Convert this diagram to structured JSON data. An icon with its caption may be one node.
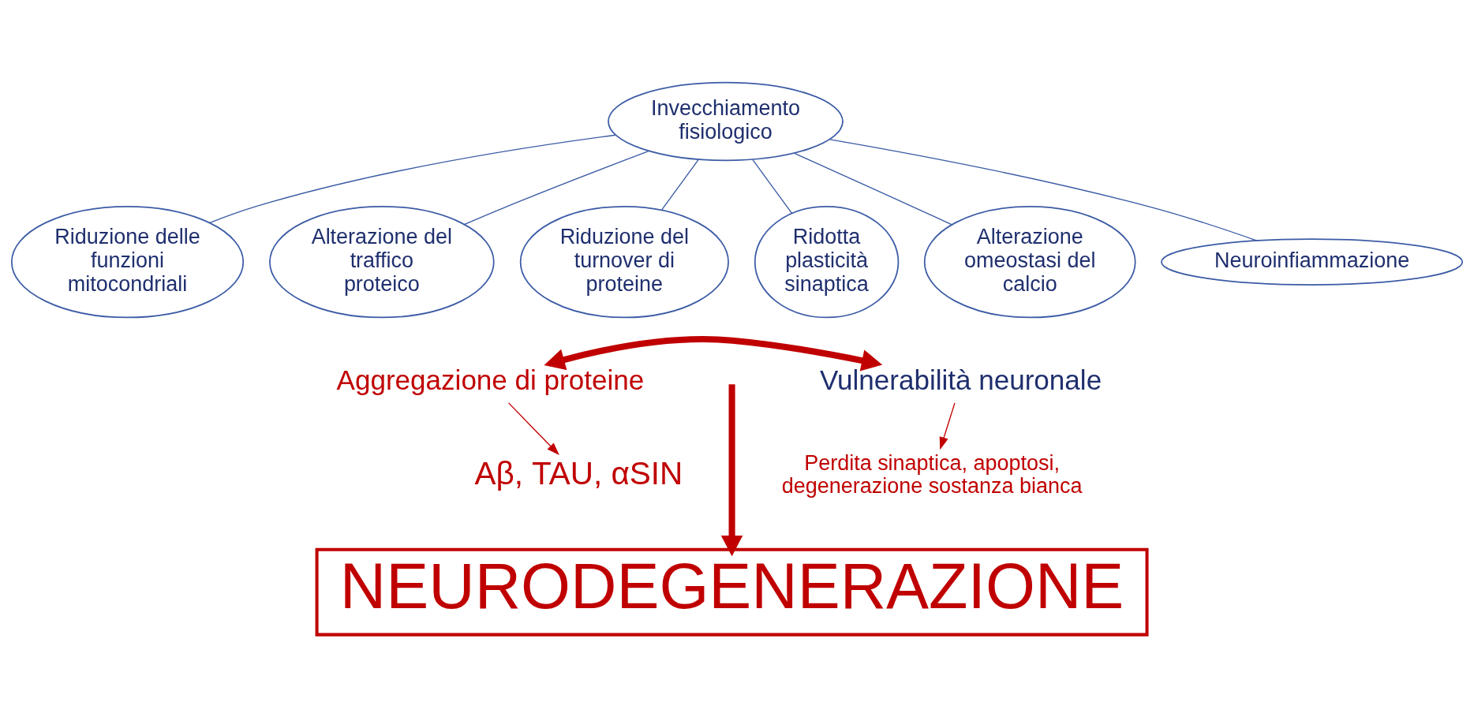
{
  "diagram": {
    "nodes": [
      {
        "text": [
          "Invecchiamento fisiologico"
        ]
      },
      {
        "text": [
          "Riduzione delle funzioni mitocondriali"
        ]
      },
      {
        "text": [
          "Alterazione del traffico proteico"
        ]
      },
      {
        "text": [
          "Riduzione del turnover di proteine"
        ]
      },
      {
        "text": [
          "Ridotta plasticità sinaptica"
        ]
      },
      {
        "text": [
          "Alterazione omeostasi del calcio"
        ]
      },
      {
        "text": [
          "Neuroinfiammazione"
        ]
      },
      {
        "text": [
          "Aggregazione di proteine"
        ]
      },
      {
        "text": [
          "Aβ, TAU, αSIN"
        ]
      },
      {
        "text": [
          "Vulnerabilità neuronale"
        ]
      },
      {
        "text": [
          "Perdita sinaptica, apoptosi, degenerazione sostanza bianca"
        ]
      },
      {
        "text": [
          "NEURODEGENERAZIONE"
        ]
      }
    ],
    "edges": [
      {
        "from": 0,
        "to": 1,
        "arrow": "none"
      },
      {
        "from": 0,
        "to": 2,
        "arrow": "none"
      },
      {
        "from": 0,
        "to": 3,
        "arrow": "none"
      },
      {
        "from": 0,
        "to": 4,
        "arrow": "none"
      },
      {
        "from": 0,
        "to": 5,
        "arrow": "none"
      },
      {
        "from": 0,
        "to": 6,
        "arrow": "none"
      },
      {
        "from": 7,
        "to": 8,
        "arrow": "to",
        "color": "#c00000"
      },
      {
        "from": 9,
        "to": 10,
        "arrow": "to",
        "color": "#c00000"
      },
      {
        "from": 7,
        "to": 9,
        "arrow": "both",
        "style": "thick",
        "color": "#c00000"
      },
      {
        "from": null,
        "to": 11,
        "arrow": "to",
        "style": "thick",
        "color": "#c00000"
      }
    ]
  }
}
